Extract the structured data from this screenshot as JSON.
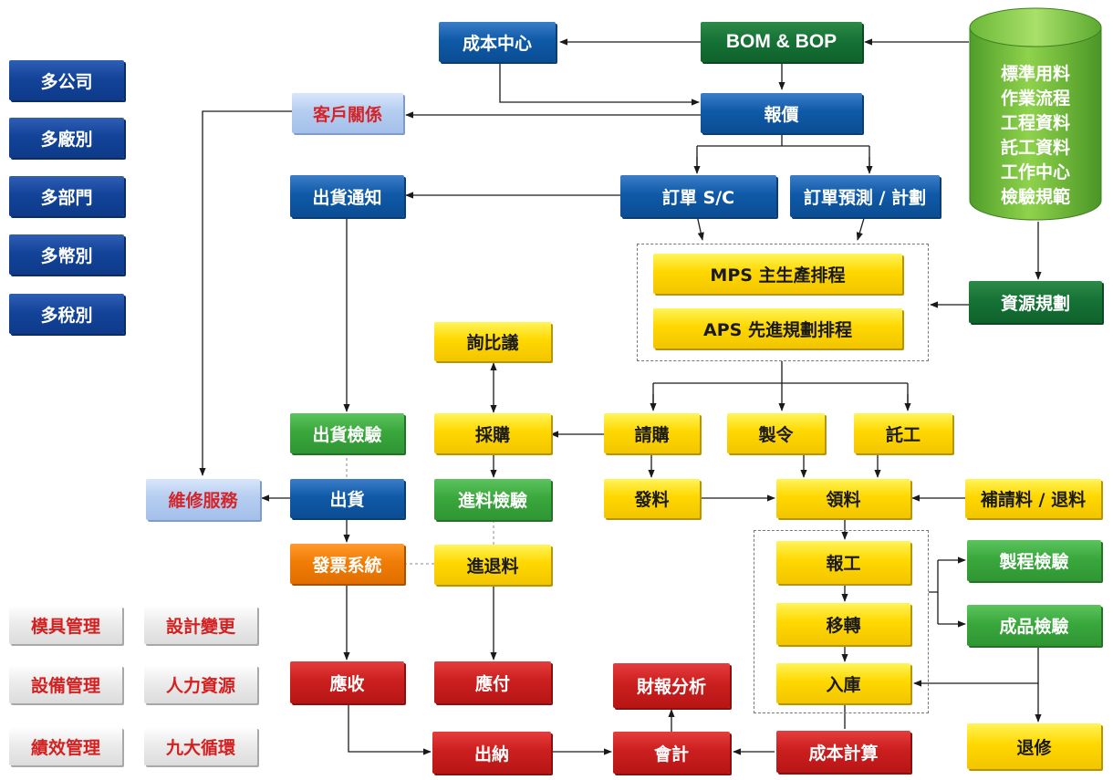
{
  "left_column": [
    "多公司",
    "多廠別",
    "多部門",
    "多幣別",
    "多稅別"
  ],
  "bottom_left": [
    "模具管理",
    "設計變更",
    "設備管理",
    "人力資源",
    "績效管理",
    "九大循環"
  ],
  "database": {
    "label": "database-cylinder",
    "items": [
      "標準用料",
      "作業流程",
      "工程資料",
      "託工資料",
      "工作中心",
      "檢驗規範"
    ]
  },
  "nodes": {
    "cost_center": "成本中心",
    "bom_bop": "BOM & BOP",
    "customer_relation": "客戶關係",
    "quotation": "報價",
    "shipping_notice": "出貨通知",
    "order_sc": "訂單 S/C",
    "order_forecast": "訂單預測 / 計劃",
    "mps": "MPS 主生產排程",
    "aps": "APS 先進規劃排程",
    "resource_planning": "資源規劃",
    "inquiry": "詢比議",
    "shipping_inspection": "出貨檢驗",
    "purchasing": "採購",
    "requisition": "請購",
    "work_order": "製令",
    "subcontract": "託工",
    "repair_service": "維修服務",
    "shipping": "出貨",
    "incoming_inspection": "進料檢驗",
    "issue_material": "發料",
    "material_pickup": "領料",
    "supplement_return": "補請料 / 退料",
    "invoice_system": "發票系統",
    "return_material": "進退料",
    "work_report": "報工",
    "process_inspection": "製程檢驗",
    "transfer": "移轉",
    "finished_inspection": "成品檢驗",
    "receivable": "應收",
    "payable": "應付",
    "financial_analysis": "財報分析",
    "warehousing": "入庫",
    "cashier": "出納",
    "accounting": "會計",
    "cost_calculation": "成本計算",
    "rework": "退修"
  },
  "colors": {
    "blue": "#0f5aa8",
    "navy": "#13449a",
    "dark_green": "#167336",
    "green": "#3aa83d",
    "yellow": "#ffd800",
    "red": "#cc1f1f",
    "orange": "#f07d05",
    "light_blue": "#b5cdf0",
    "gray": "#ececec",
    "red_text": "#d4252a",
    "line": "#1a1a1a"
  }
}
